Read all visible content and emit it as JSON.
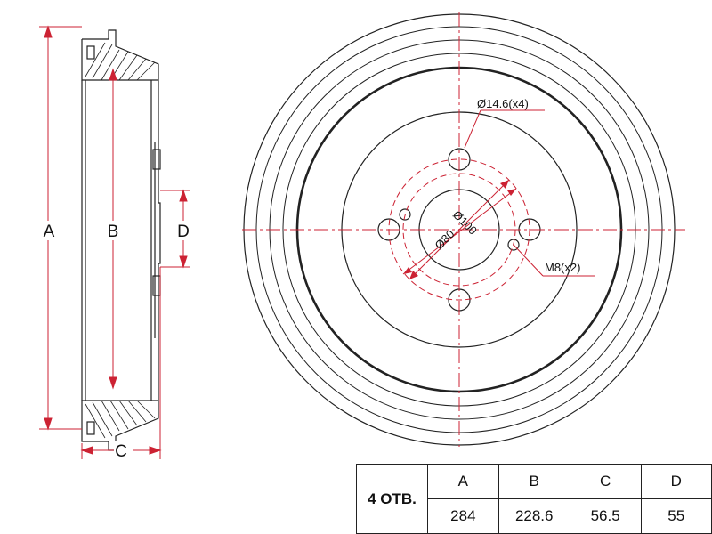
{
  "drawing": {
    "side_view": {
      "dim_A": "A",
      "dim_B": "B",
      "dim_C": "C",
      "dim_D": "D"
    },
    "front_view": {
      "bolt_hole_callout": "Ø14.6(x4)",
      "thread_callout": "M8(x2)",
      "pcd_inner": "Ø80",
      "pcd_outer": "Ø100"
    },
    "colors": {
      "outline": "#222222",
      "dimension": "#cc2233"
    }
  },
  "spec_table": {
    "holes_label": "4 ОТВ.",
    "headers": [
      "A",
      "B",
      "C",
      "D"
    ],
    "values": [
      "284",
      "228.6",
      "56.5",
      "55"
    ]
  }
}
